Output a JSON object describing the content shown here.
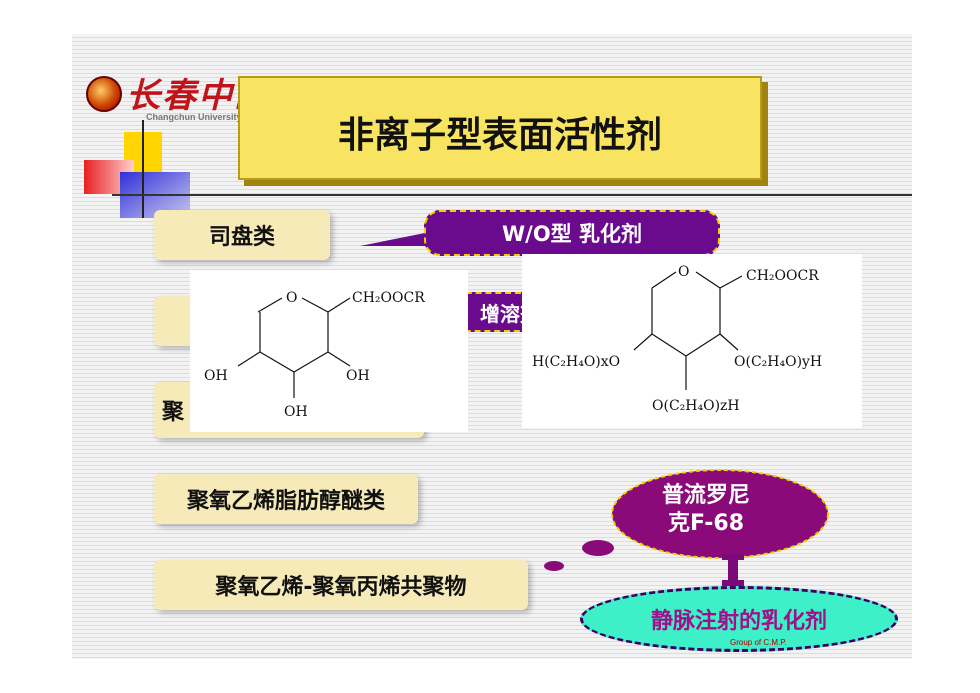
{
  "logo": {
    "name": "长春中医药大学",
    "sub": "Changchun University of Chinese Medicine"
  },
  "title": "非离子型表面活性剂",
  "items": [
    {
      "label": "司盘类"
    },
    {
      "label": ""
    },
    {
      "label": "聚"
    },
    {
      "label": "聚氧乙烯脂肪醇醚类"
    },
    {
      "label": "聚氧乙烯-聚氧丙烯共聚物"
    }
  ],
  "callouts": {
    "wo": "W/O型 乳化剂",
    "solubilizer": "增溶剂"
  },
  "structure_left": {
    "o": "O",
    "ch2oocr": "CH₂OOCR",
    "oh_left": "OH",
    "oh_right": "OH",
    "oh_bottom": "OH"
  },
  "structure_right": {
    "o": "O",
    "ch2oocr": "CH₂OOCR",
    "left_sub": "H(C₂H₄O)xO",
    "right_sub": "O(C₂H₄O)yH",
    "bottom_sub": "O(C₂H₄O)zH"
  },
  "cloud": {
    "line1": "普流罗尼",
    "line2": "克F-68"
  },
  "ellipse_label": "静脉注射的乳化剂",
  "watermark": "Group of C.M.P."
}
